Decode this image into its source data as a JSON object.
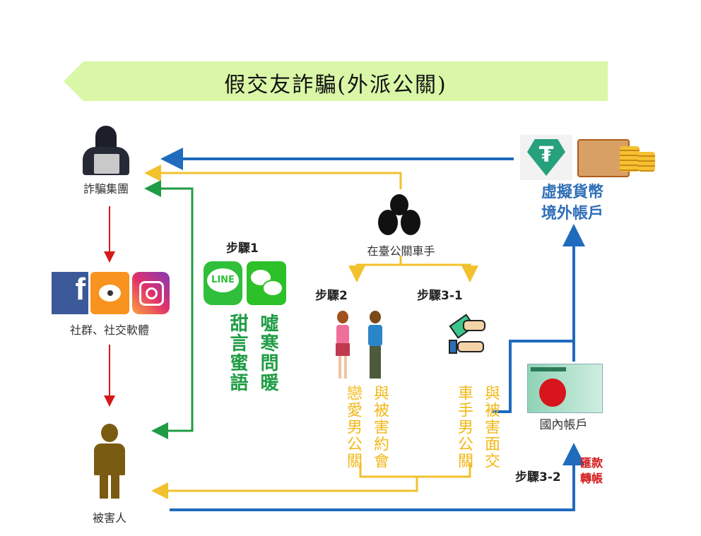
{
  "title": "假交友詐騙(外派公關)",
  "nodes": {
    "syndicate": "詐騙集團",
    "social": "社群、社交軟體",
    "victim": "被害人",
    "mule": "在臺公關車手",
    "crypto": [
      "虛擬貨幣",
      "境外帳戶"
    ],
    "domestic": "國內帳戶"
  },
  "steps": {
    "step1": "步驟1",
    "step2": "步驟2",
    "step3_1": "步驟3-1",
    "step3_2": "步驟3-2"
  },
  "step1_text": [
    "噓寒問暖",
    "甜言蜜語"
  ],
  "step2_text": [
    "與被害約會",
    "戀愛男公關"
  ],
  "step3_1_text": [
    "與被害面交",
    "車手男公關"
  ],
  "transfer": [
    "匯款",
    "轉帳"
  ],
  "icons": {
    "line_logo": "LINE",
    "tether_symbol": "₮"
  },
  "colors": {
    "blue": "#1f6bbd",
    "yellow": "#f2c12e",
    "green": "#1f9c45",
    "red": "#d31a1a",
    "banner": "#d9f7a6"
  }
}
